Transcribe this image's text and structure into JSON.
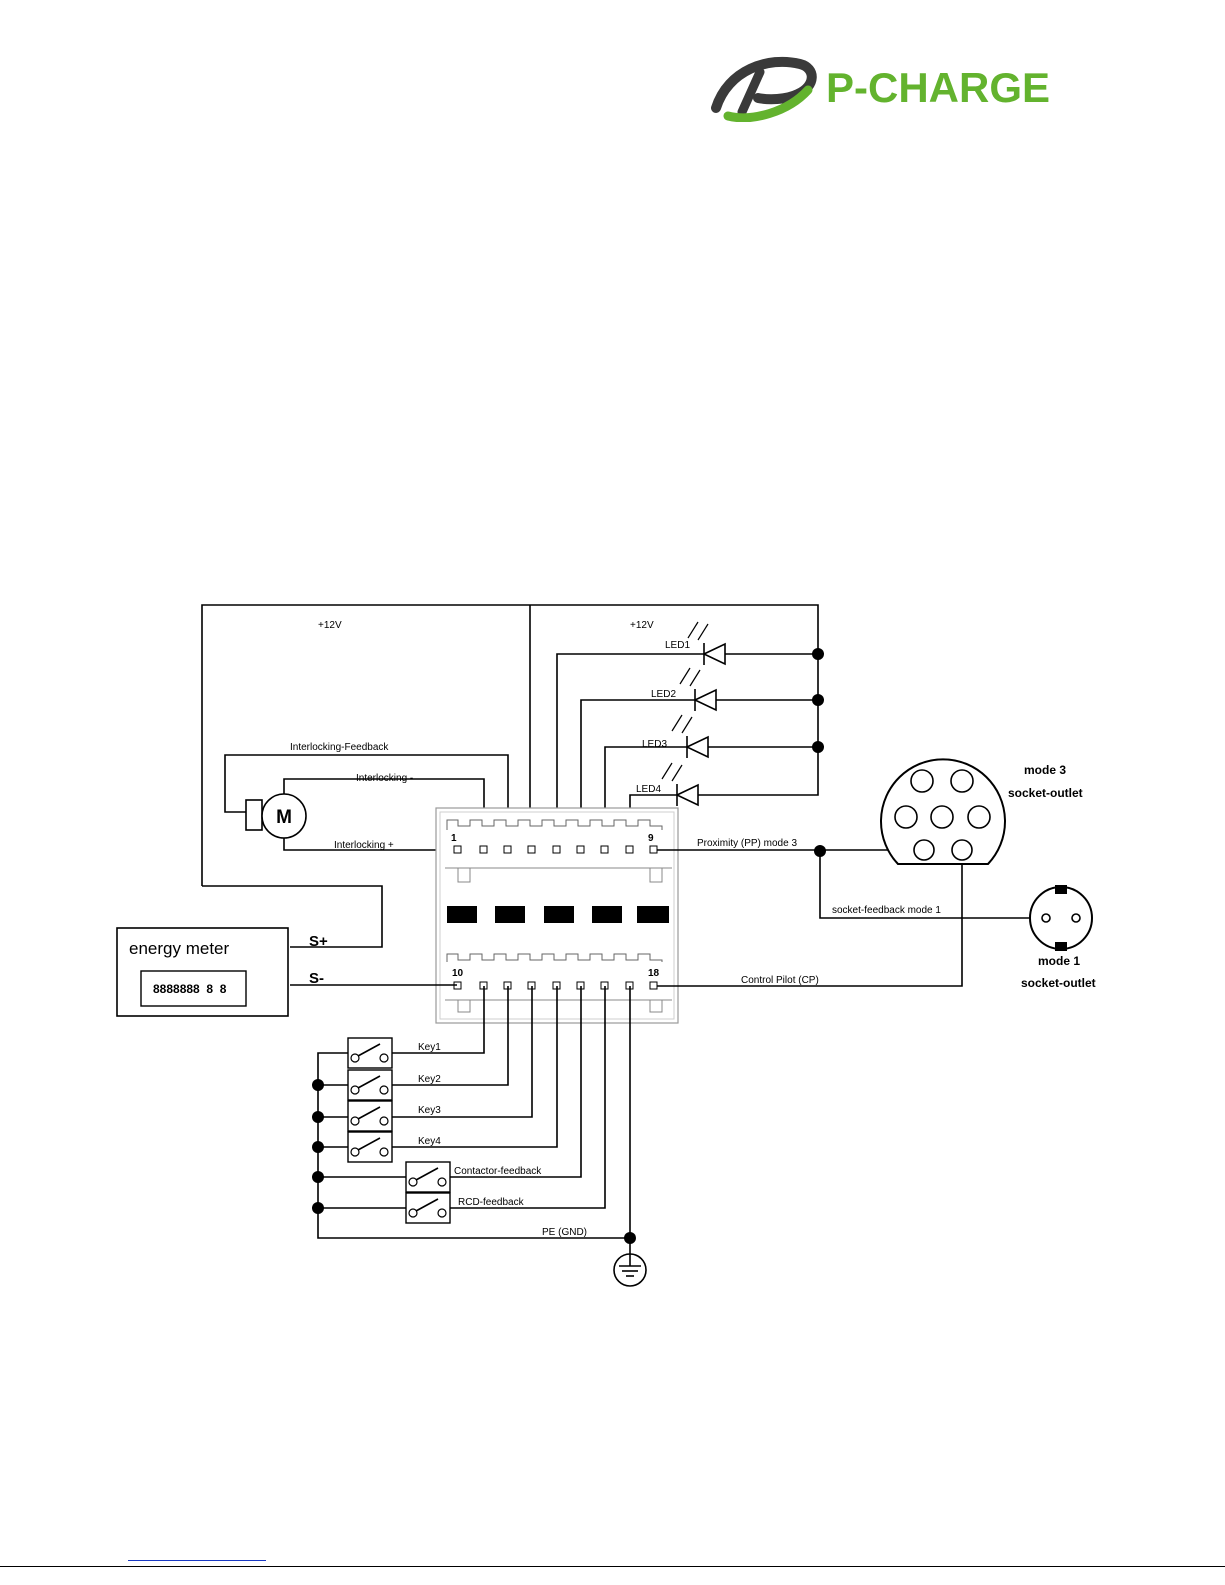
{
  "brand": {
    "name": "P-CHARGE",
    "colors": {
      "grey": "#3a3a3a",
      "green": "#63b32e"
    }
  },
  "diagram": {
    "supply_left": "+12V",
    "supply_right": "+12V",
    "leds": [
      "LED1",
      "LED2",
      "LED3",
      "LED4"
    ],
    "motor": {
      "symbol": "M",
      "feedback": "Interlocking-Feedback",
      "minus": "Interlocking -",
      "plus": "Interlocking +"
    },
    "connector": {
      "top_first_pin": "1",
      "top_last_pin": "9",
      "bottom_first_pin": "10",
      "bottom_last_pin": "18"
    },
    "energy_meter": {
      "title": "energy meter",
      "display": "8888888  8  8",
      "s_plus": "S+",
      "s_minus": "S-"
    },
    "signals": {
      "proximity": "Proximity (PP) mode 3",
      "socket_feedback": "socket-feedback mode 1",
      "control_pilot": "Control Pilot (CP)",
      "pe": "PE (GND)"
    },
    "switches": [
      "Key1",
      "Key2",
      "Key3",
      "Key4",
      "Contactor-feedback",
      "RCD-feedback"
    ],
    "mode3": {
      "line1": "mode 3",
      "line2": "socket-outlet"
    },
    "mode1": {
      "line1": "mode 1",
      "line2": "socket-outlet"
    }
  }
}
